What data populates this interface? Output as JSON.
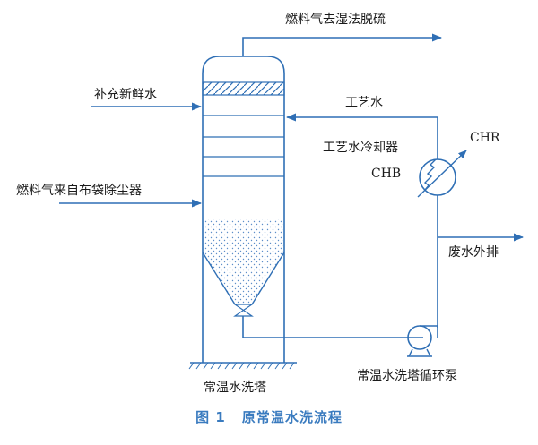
{
  "labels": {
    "fuel_gas_to_desulfurization": "燃料气去湿法脱硫",
    "makeup_fresh_water": "补充新鲜水",
    "fuel_gas_from_baghouse": "燃料气来自布袋除尘器",
    "process_water": "工艺水",
    "process_water_cooler": "工艺水冷却器",
    "chr": "CHR",
    "chb": "CHB",
    "wastewater_discharge": "废水外排",
    "scrubber_tower": "常温水洗塔",
    "circulation_pump": "常温水洗塔循环泵"
  },
  "caption": {
    "number": "图 1",
    "title": "原常温水洗流程"
  },
  "colors": {
    "line": "#2f6fb5",
    "text": "#1a1a1a",
    "caption": "#3a7bbf"
  }
}
